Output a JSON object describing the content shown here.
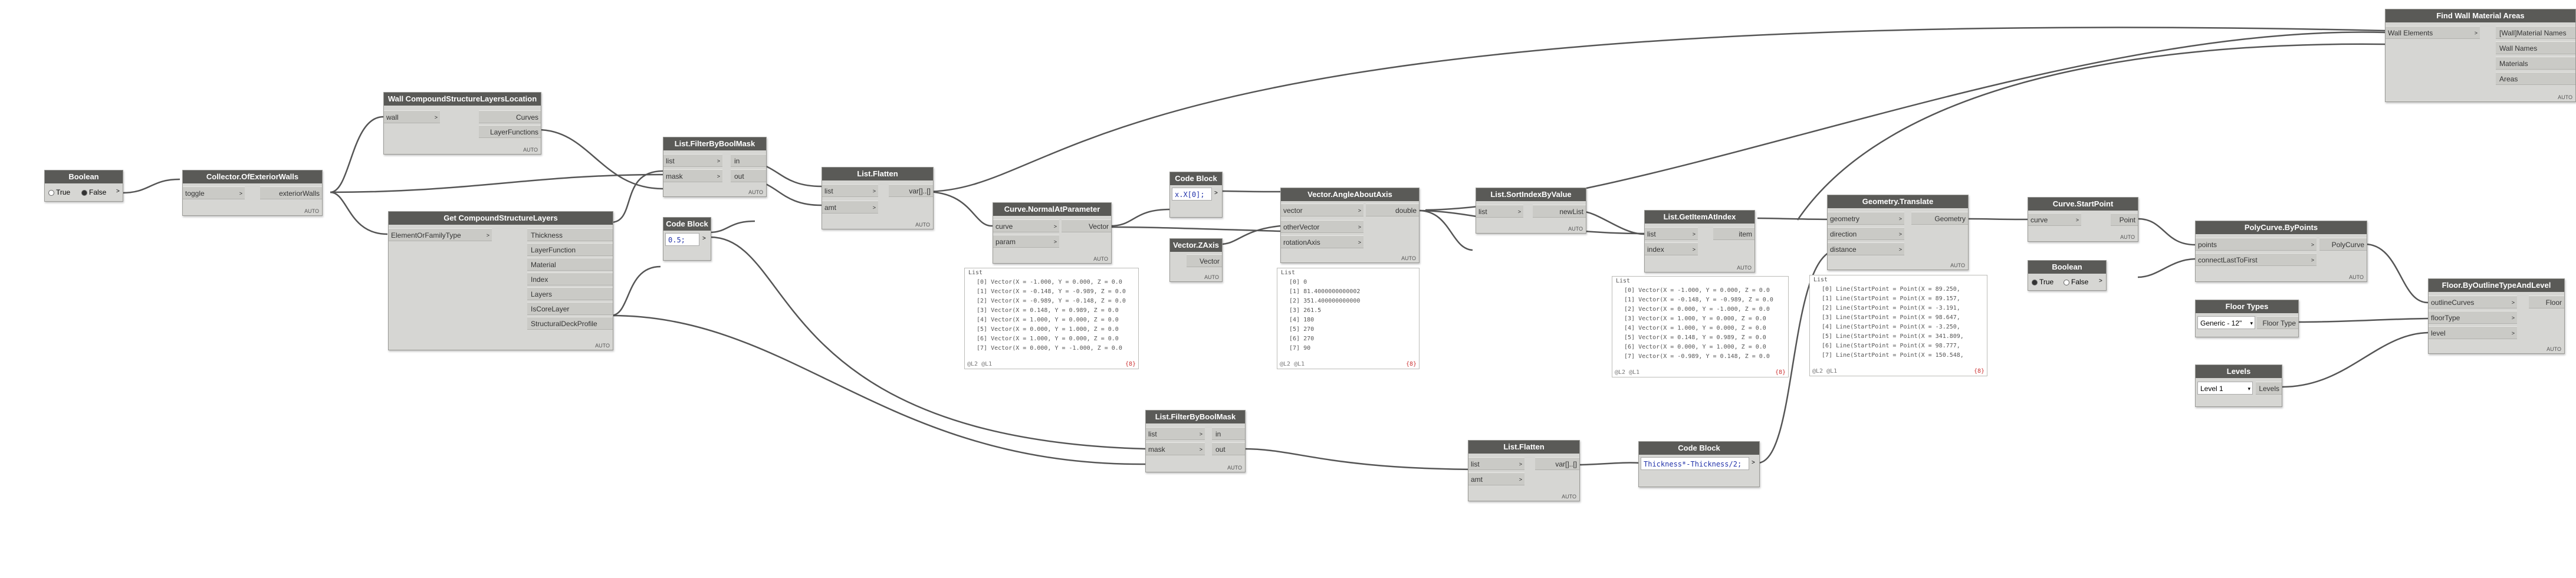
{
  "n1": {
    "title": "Boolean",
    "opt_true": "True",
    "opt_false": "False",
    "selected": "False"
  },
  "n2": {
    "title": "Collector.OfExteriorWalls",
    "in": [
      "toggle"
    ],
    "out": [
      "exteriorWalls"
    ],
    "lacing": "AUTO"
  },
  "n3": {
    "title": "Wall CompoundStructureLayersLocation",
    "in": [
      "wall"
    ],
    "out": [
      "Curves",
      "LayerFunctions"
    ],
    "lacing": "AUTO"
  },
  "n4": {
    "title": "Get CompoundStructureLayers",
    "in": [
      "ElementOrFamilyType"
    ],
    "out": [
      "Thickness",
      "LayerFunction",
      "Material",
      "Index",
      "Layers",
      "IsCoreLayer",
      "StructuralDeckProfile"
    ],
    "lacing": "AUTO"
  },
  "n5": {
    "title": "List.FilterByBoolMask",
    "in": [
      "list",
      "mask"
    ],
    "out": [
      "in",
      "out"
    ],
    "lacing": "AUTO"
  },
  "n6": {
    "title": "Code Block",
    "code": "0.5;"
  },
  "n7": {
    "title": "List.Flatten",
    "in": [
      "list",
      "amt"
    ],
    "out": [
      "var[]..[]"
    ],
    "lacing": "AUTO"
  },
  "n8": {
    "title": "Curve.NormalAtParameter",
    "in": [
      "curve",
      "param"
    ],
    "out": [
      "Vector"
    ],
    "lacing": "AUTO"
  },
  "n9": {
    "title": "Code Block",
    "code": "x.X[0];"
  },
  "n10": {
    "title": "Vector.ZAxis",
    "out": [
      "Vector"
    ],
    "lacing": "AUTO"
  },
  "n11": {
    "title": "Vector.AngleAboutAxis",
    "in": [
      "vector",
      "otherVector",
      "rotationAxis"
    ],
    "out": [
      "double"
    ],
    "lacing": "AUTO"
  },
  "n12": {
    "title": "List.SortIndexByValue",
    "in": [
      "list"
    ],
    "out": [
      "newList"
    ],
    "lacing": "AUTO"
  },
  "n13": {
    "title": "List.GetItemAtIndex",
    "in": [
      "list",
      "index"
    ],
    "out": [
      "item"
    ],
    "lacing": "AUTO"
  },
  "n14": {
    "title": "Geometry.Translate",
    "in": [
      "geometry",
      "direction",
      "distance"
    ],
    "out": [
      "Geometry"
    ],
    "lacing": "AUTO"
  },
  "n15": {
    "title": "Curve.StartPoint",
    "in": [
      "curve"
    ],
    "out": [
      "Point"
    ],
    "lacing": "AUTO"
  },
  "n16": {
    "title": "Boolean",
    "opt_true": "True",
    "opt_false": "False",
    "selected": "True"
  },
  "n17": {
    "title": "PolyCurve.ByPoints",
    "in": [
      "points",
      "connectLastToFirst"
    ],
    "out": [
      "PolyCurve"
    ],
    "lacing": "AUTO"
  },
  "n18": {
    "title": "Floor Types",
    "selected": "Generic - 12\"",
    "out": [
      "Floor Type"
    ]
  },
  "n19": {
    "title": "Levels",
    "selected": "Level 1",
    "out": [
      "Levels"
    ]
  },
  "n20": {
    "title": "Floor.ByOutlineTypeAndLevel",
    "in": [
      "outlineCurves",
      "floorType",
      "level"
    ],
    "out": [
      "Floor"
    ],
    "lacing": "AUTO"
  },
  "n21": {
    "title": "Find Wall Material Areas",
    "in": [
      "Wall Elements"
    ],
    "out": [
      "[Wall]Material Names",
      "Wall Names",
      "Materials",
      "Areas"
    ],
    "lacing": "AUTO"
  },
  "n22": {
    "title": "List.FilterByBoolMask",
    "in": [
      "list",
      "mask"
    ],
    "out": [
      "in",
      "out"
    ],
    "lacing": "AUTO"
  },
  "n23": {
    "title": "List.Flatten",
    "in": [
      "list",
      "amt"
    ],
    "out": [
      "var[]..[]"
    ],
    "lacing": "AUTO"
  },
  "n24": {
    "title": "Code Block",
    "code": "Thickness*-Thickness/2;"
  },
  "w1": {
    "lines": [
      "List",
      "[0] Vector(X = -1.000, Y = 0.000, Z = 0.0",
      "[1] Vector(X = -0.148, Y = -0.989, Z = 0.0",
      "[2] Vector(X = -0.989, Y = -0.148, Z = 0.0",
      "[3] Vector(X = 0.148, Y = 0.989, Z = 0.0",
      "[4] Vector(X = 1.000, Y = 0.000, Z = 0.0",
      "[5] Vector(X = 0.000, Y = 1.000, Z = 0.0",
      "[6] Vector(X = 1.000, Y = 0.000, Z = 0.0",
      "[7] Vector(X = 0.000, Y = -1.000, Z = 0.0"
    ],
    "footer": "@L2 @L1",
    "flag": "{8}"
  },
  "w2": {
    "lines": [
      "List",
      "[0] 0",
      "[1] 81.4000000000002",
      "[2] 351.400000000000",
      "[3] 261.5",
      "[4] 180",
      "[5] 270",
      "[6] 270",
      "[7] 90"
    ],
    "footer": "@L2 @L1",
    "flag": "{8}"
  },
  "w3": {
    "lines": [
      "List",
      "[0] Vector(X = -1.000, Y = 0.000, Z = 0.0",
      "[1] Vector(X = -0.148, Y = -0.989, Z = 0.0",
      "[2] Vector(X = 0.000, Y = -1.000, Z = 0.0",
      "[3] Vector(X = 1.000, Y = 0.000, Z = 0.0",
      "[4] Vector(X = 1.000, Y = 0.000, Z = 0.0",
      "[5] Vector(X = 0.148, Y = 0.989, Z = 0.0",
      "[6] Vector(X = 0.000, Y = 1.000, Z = 0.0",
      "[7] Vector(X = -0.989, Y = 0.148, Z = 0.0"
    ],
    "footer": "@L2 @L1",
    "flag": "{8}"
  },
  "w4": {
    "lines": [
      "List",
      "[0] Line(StartPoint = Point(X = 89.250,",
      "[1] Line(StartPoint = Point(X = 89.157,",
      "[2] Line(StartPoint = Point(X = -3.191,",
      "[3] Line(StartPoint = Point(X = 98.647,",
      "[4] Line(StartPoint = Point(X = -3.250,",
      "[5] Line(StartPoint = Point(X = 341.809,",
      "[6] Line(StartPoint = Point(X = 98.777,",
      "[7] Line(StartPoint = Point(X = 150.548,"
    ],
    "footer": "@L2 @L1",
    "flag": "{8}"
  }
}
